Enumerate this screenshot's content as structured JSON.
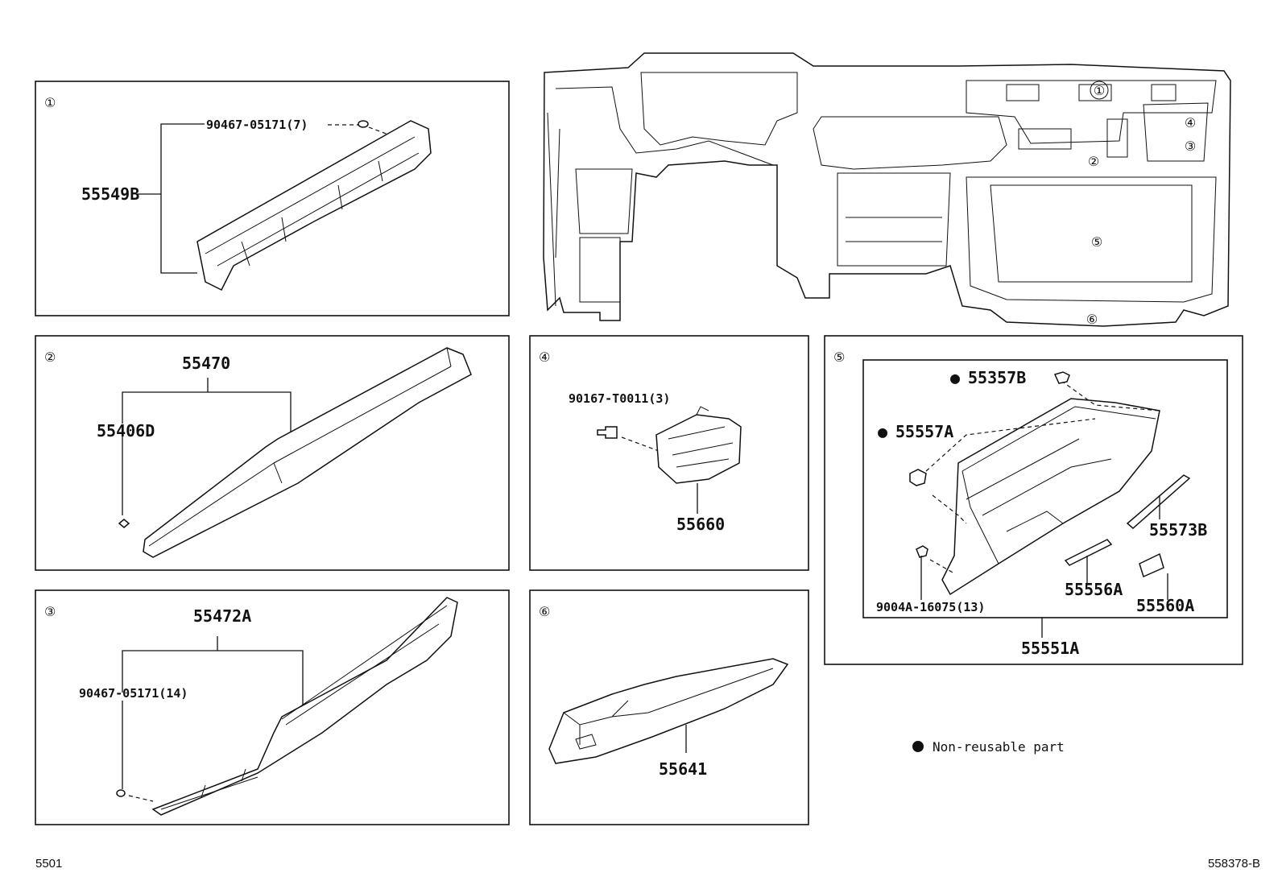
{
  "panels": {
    "p1": {
      "num": "①",
      "label_a": "90467-05171(7)",
      "label_b": "55549B"
    },
    "p2": {
      "num": "②",
      "label_a": "55470",
      "label_b": "55406D"
    },
    "p3": {
      "num": "③",
      "label_a": "55472A",
      "label_b": "90467-05171(14)"
    },
    "p4": {
      "num": "④",
      "label_a": "90167-T0011(3)",
      "label_b": "55660"
    },
    "p5": {
      "num": "⑤",
      "label_a": "55357B",
      "label_b": "55557A",
      "label_c": "9004A-16075(13)",
      "label_d": "55556A",
      "label_e": "55573B",
      "label_f": "55560A",
      "label_g": "55551A"
    },
    "p6": {
      "num": "⑥",
      "label_a": "55641"
    }
  },
  "overview": {
    "c1": "①",
    "c2": "②",
    "c3": "③",
    "c4": "④",
    "c5": "⑤",
    "c6": "⑥"
  },
  "note": {
    "bullet": "●",
    "text": "Non-reusable part"
  },
  "footer": {
    "left": "5501",
    "right": "558378-B"
  }
}
